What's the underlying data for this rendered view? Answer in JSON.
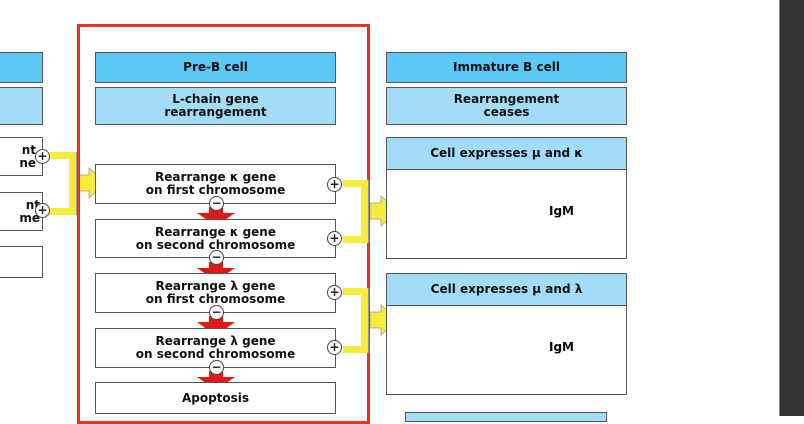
{
  "left_partial": {
    "box1_lines": [
      "nt",
      "ne"
    ],
    "box2_lines": [
      "nt",
      "me"
    ]
  },
  "pre_b": {
    "title": "Pre-B cell",
    "subtitle": [
      "L-chain gene",
      "rearrangement"
    ],
    "steps": [
      [
        "Rearrange κ gene",
        "on first chromosome"
      ],
      [
        "Rearrange κ gene",
        "on second chromosome"
      ],
      [
        "Rearrange λ gene",
        "on first chromosome"
      ],
      [
        "Rearrange λ gene",
        "on second chromosome"
      ]
    ],
    "final": "Apoptosis",
    "plus": "+",
    "minus": "−"
  },
  "immature_b": {
    "title": "Immature  B  cell",
    "subtitle": [
      "Rearrangement",
      "ceases"
    ],
    "kappa_panel": {
      "title": "Cell expresses μ and κ",
      "label": "IgM",
      "light_chain_color": "#1a9a4a"
    },
    "lambda_panel": {
      "title": "Cell expresses μ and λ",
      "label": "IgM",
      "light_chain_color": "#f07a30"
    }
  },
  "colors": {
    "header": "#5bc8f5",
    "subheader": "#a3dcf7",
    "highlight_frame": "#e8321e",
    "arrow_red": "#e01818",
    "bracket_yellow": "#f7ec3c",
    "heavy_chain": "#1a78c2",
    "scrollbar": "#333333"
  }
}
